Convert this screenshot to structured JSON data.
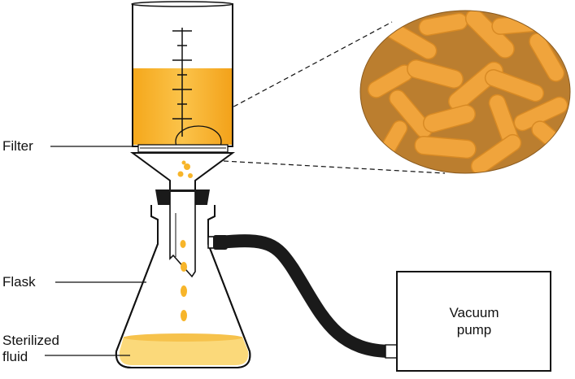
{
  "labels": {
    "filter": "Filter",
    "flask": "Flask",
    "sterilized_line1": "Sterilized",
    "sterilized_line2": "fluid",
    "pump_line1": "Vacuum",
    "pump_line2": "pump"
  },
  "colors": {
    "fluid": "#f7b52a",
    "sterilized_fluid": "#fbd97a",
    "bacteria_bg": "#b97a2c",
    "bacteria_cell": "#f0a43c",
    "tubing": "#1a1a1a",
    "outline": "#111111"
  },
  "icons": {
    "magnified_view": "bacteria-micrograph-icon",
    "stopper": "rubber-stopper-icon"
  }
}
